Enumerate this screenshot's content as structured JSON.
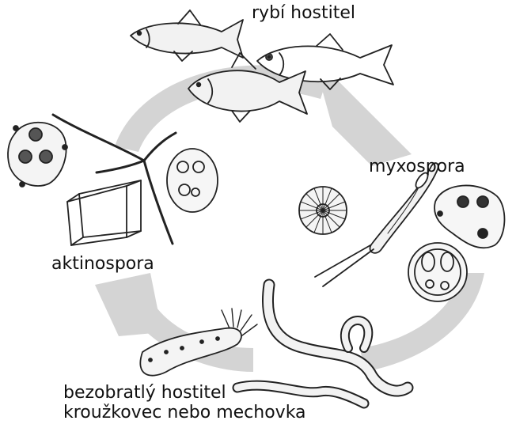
{
  "labels": {
    "fish_host": "rybí hostitel",
    "myxospore": "myxospora",
    "actinospore": "aktinospora",
    "invertebrate_host": "bezobratlý hostitel",
    "annelid_or_bryozoan": "kroužkovec nebo mechovka"
  },
  "colors": {
    "cycle_arrow": "#d4d4d4",
    "stroke": "#222222",
    "fill_light": "#f2f2f2",
    "spot_dark": "#333333"
  },
  "icons": [
    "fish-icon",
    "myxospore-icon",
    "actinospore-icon",
    "worm-icon",
    "bryozoan-icon"
  ]
}
